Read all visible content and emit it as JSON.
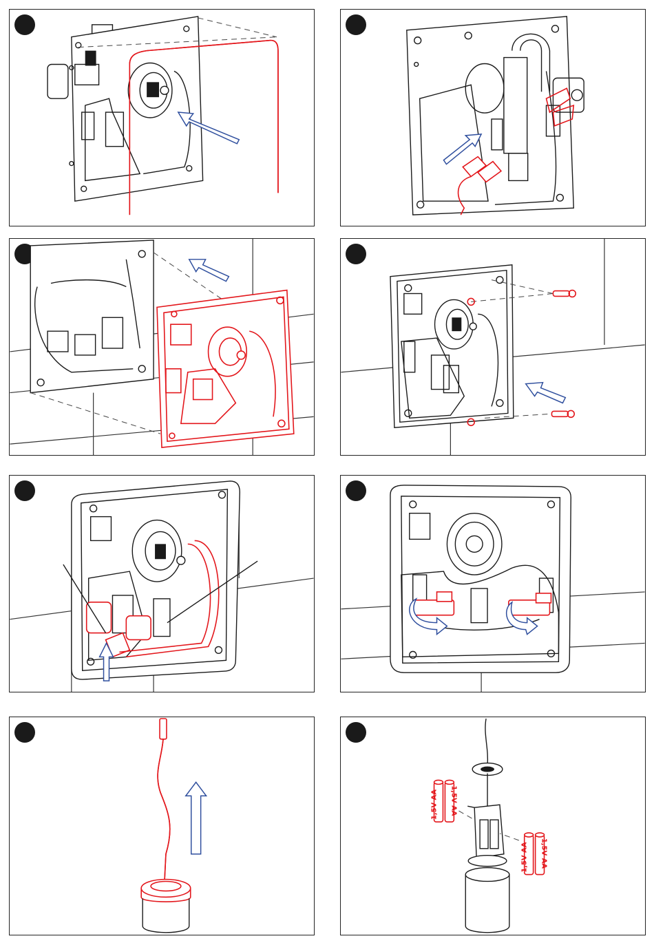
{
  "steps": [
    {
      "id": "step-1"
    },
    {
      "id": "step-2"
    },
    {
      "id": "step-3"
    },
    {
      "id": "step-4"
    },
    {
      "id": "step-5"
    },
    {
      "id": "step-6"
    },
    {
      "id": "step-7"
    },
    {
      "id": "step-8"
    }
  ],
  "battery_labels": [
    "1,5V AA",
    "1,5V AA",
    "1,5V AA",
    "1,5V AA"
  ],
  "colors": {
    "highlight": "#e3161b",
    "arrow": "#2f4f9e",
    "line": "#1a1a1a"
  }
}
